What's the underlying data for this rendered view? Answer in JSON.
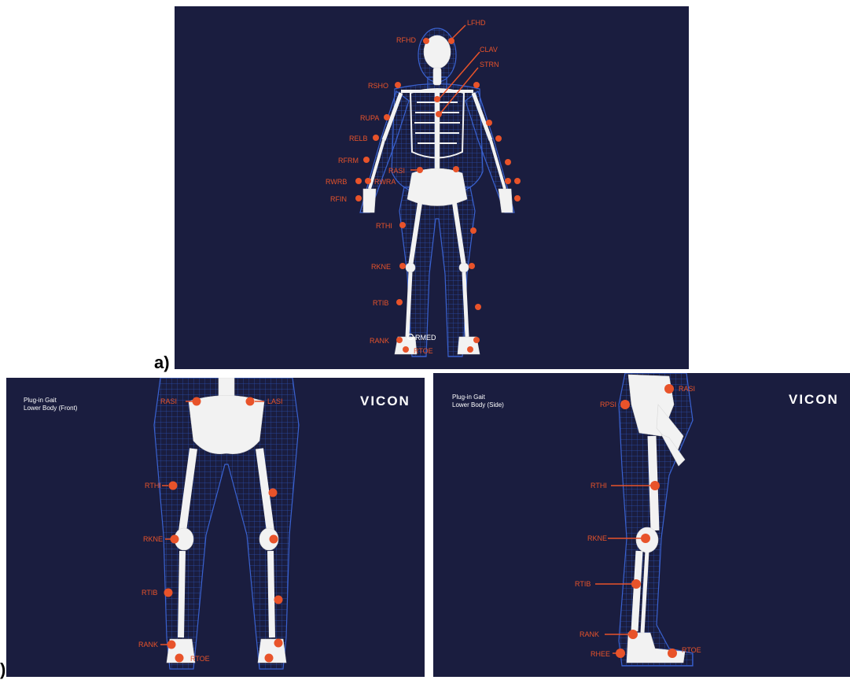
{
  "figure": {
    "panel_a_label": "a)",
    "panel_b_label": ")"
  },
  "panel_a": {
    "markers": [
      "LFHD",
      "RFHD",
      "CLAV",
      "STRN",
      "RSHO",
      "RUPA",
      "RELB",
      "RFRM",
      "RASI",
      "RWRB",
      "RWRA",
      "RFIN",
      "RTHI",
      "RKNE",
      "RTIB",
      "RMED",
      "RANK",
      "RTOE"
    ]
  },
  "panel_b_front": {
    "title_line1": "Plug-in Gait",
    "title_line2": "Lower Body (Front)",
    "logo": "VICON",
    "markers": [
      "RASI",
      "LASI",
      "RTHI",
      "RKNE",
      "RTIB",
      "RANK",
      "RTOE"
    ]
  },
  "panel_b_side": {
    "title_line1": "Plug-in Gait",
    "title_line2": "Lower Body (Side)",
    "logo": "VICON",
    "markers": [
      "RASI",
      "RPSI",
      "RTHI",
      "RKNE",
      "RTIB",
      "RANK",
      "RHEE",
      "RTOE"
    ]
  },
  "colors": {
    "background": "#1a1d3f",
    "marker": "#e8532a",
    "bone": "#f2f2f2",
    "mesh": "#2c4fb0"
  }
}
